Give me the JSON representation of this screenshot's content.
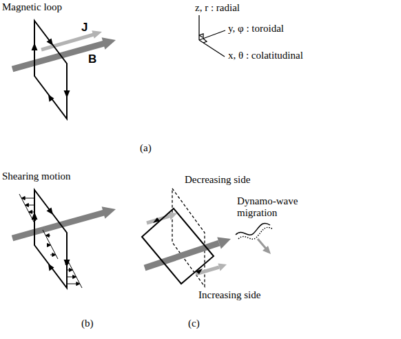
{
  "diagram": {
    "labels": [
      "Magnetic loop",
      "J",
      "B",
      "z, r : radial",
      "y, φ : toroidal",
      "x, θ : colatitudinal",
      "(a)",
      "Shearing motion",
      "(b)",
      "Decreasing side",
      "Increasing side",
      "Dynamo-wave migration",
      "(c)"
    ]
  }
}
